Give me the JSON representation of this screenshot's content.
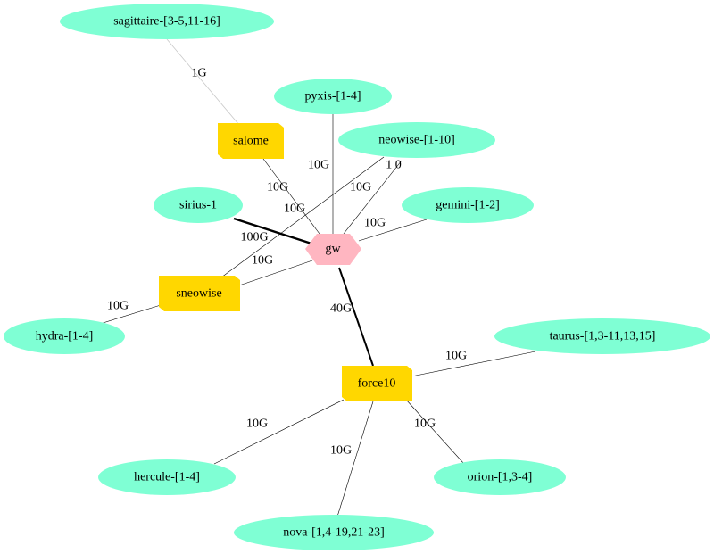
{
  "colors": {
    "ellipse_fill": "#7fffd4",
    "switch_fill": "#ffd700",
    "gateway_fill": "#ffb6c1",
    "edge": "#000000",
    "faint_edge": "#c8c8c8",
    "background": "#ffffff"
  },
  "nodes": {
    "gw": {
      "label": "gw",
      "shape": "hexagon"
    },
    "salome": {
      "label": "salome",
      "shape": "switch"
    },
    "sneowise": {
      "label": "sneowise",
      "shape": "switch"
    },
    "force10": {
      "label": "force10",
      "shape": "switch"
    },
    "sagittaire": {
      "label": "sagittaire-[3-5,11-16]",
      "shape": "ellipse"
    },
    "pyxis": {
      "label": "pyxis-[1-4]",
      "shape": "ellipse"
    },
    "neowise": {
      "label": "neowise-[1-10]",
      "shape": "ellipse"
    },
    "sirius": {
      "label": "sirius-1",
      "shape": "ellipse"
    },
    "gemini": {
      "label": "gemini-[1-2]",
      "shape": "ellipse"
    },
    "hydra": {
      "label": "hydra-[1-4]",
      "shape": "ellipse"
    },
    "taurus": {
      "label": "taurus-[1,3-11,13,15]",
      "shape": "ellipse"
    },
    "hercule": {
      "label": "hercule-[1-4]",
      "shape": "ellipse"
    },
    "orion": {
      "label": "orion-[1,3-4]",
      "shape": "ellipse"
    },
    "nova": {
      "label": "nova-[1,4-19,21-23]",
      "shape": "ellipse"
    }
  },
  "edges": {
    "sagittaire_salome": {
      "label": "1G"
    },
    "salome_gw": {
      "label": "10G"
    },
    "pyxis_gw": {
      "label": "10G"
    },
    "neowise_gw": {
      "label": "1 0"
    },
    "neowise_sneowise": {
      "label": "10G"
    },
    "gw_sneowise": {
      "label": "10G"
    },
    "sirius_gw": {
      "label": "100G"
    },
    "gemini_gw": {
      "label": "10G"
    },
    "sneowise_hydra": {
      "label": "10G"
    },
    "gw_force10": {
      "label": "40G"
    },
    "force10_taurus": {
      "label": "10G"
    },
    "force10_hercule": {
      "label": "10G"
    },
    "force10_orion": {
      "label": "10G"
    },
    "force10_nova": {
      "label": "10G"
    },
    "salome_gw_second": {
      "label": "10G"
    }
  }
}
